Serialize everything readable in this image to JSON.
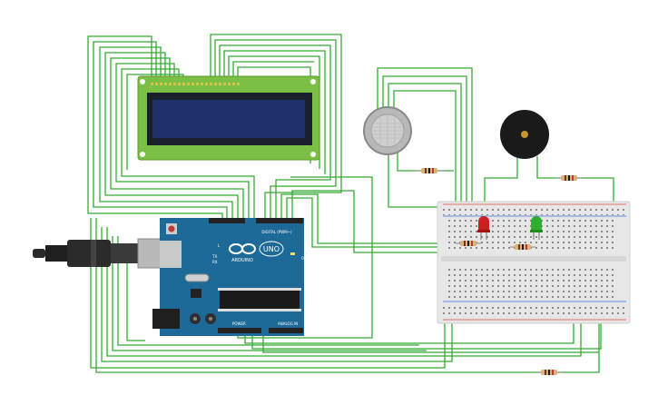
{
  "arduino": {
    "brand": "ARDUINO",
    "model": "UNO",
    "digital_label": "DIGITAL (PWM~)",
    "power_label": "POWER",
    "analog_label": "ANALOG IN",
    "led_l": "L",
    "led_tx": "TX",
    "led_rx": "RX",
    "on_label": "ON"
  },
  "colors": {
    "wire": "#33aa33",
    "arduino": "#1d6a99",
    "lcd_pcb": "#7cbf45",
    "lcd_screen": "#1e2f6a",
    "breadboard": "#e7e7e7",
    "led_red": "#cc1f1f",
    "led_green": "#2fae2f",
    "buzzer": "#1a1a1a",
    "resistor": "#d9b27c"
  },
  "components": [
    {
      "name": "lcd-16x2",
      "icon": "lcd-display-icon"
    },
    {
      "name": "arduino-uno",
      "icon": "microcontroller-icon"
    },
    {
      "name": "gas-sensor",
      "icon": "gas-sensor-icon"
    },
    {
      "name": "piezo-buzzer",
      "icon": "buzzer-icon"
    },
    {
      "name": "red-led",
      "icon": "led-icon"
    },
    {
      "name": "green-led",
      "icon": "led-icon"
    },
    {
      "name": "breadboard",
      "icon": "breadboard-icon"
    },
    {
      "name": "usb-cable",
      "icon": "usb-cable-icon"
    }
  ]
}
